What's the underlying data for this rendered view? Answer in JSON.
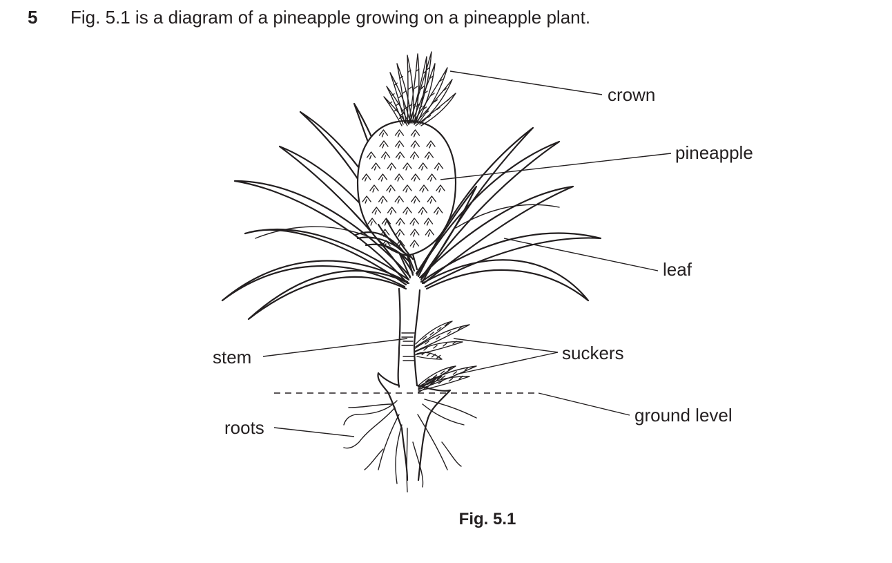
{
  "question": {
    "number": "5",
    "text": "Fig. 5.1 is a diagram of a pineapple growing on a pineapple plant."
  },
  "labels": {
    "crown": "crown",
    "pineapple": "pineapple",
    "leaf": "leaf",
    "stem": "stem",
    "suckers": "suckers",
    "ground_level": "ground level",
    "roots": "roots"
  },
  "caption": "Fig. 5.1"
}
